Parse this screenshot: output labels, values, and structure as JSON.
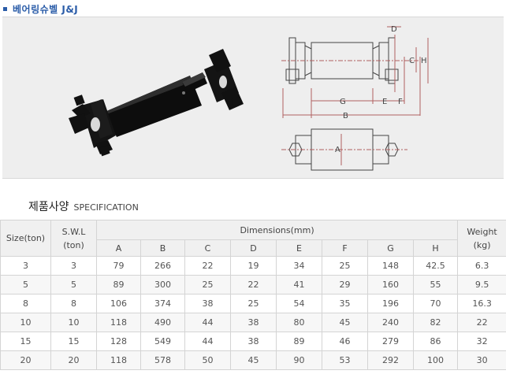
{
  "header": {
    "title": "베어링슈벨 J&J"
  },
  "drawing": {
    "labels": [
      "D",
      "C",
      "H",
      "G",
      "E",
      "F",
      "B",
      "A"
    ]
  },
  "spec": {
    "title_ko": "제품사양",
    "title_en": "SPECIFICATION"
  },
  "table": {
    "size_header": [
      "Size",
      "(ton)"
    ],
    "swl_header": [
      "S.W.L",
      "(ton)"
    ],
    "dimensions_header": "Dimensions(mm)",
    "dim_columns": [
      "A",
      "B",
      "C",
      "D",
      "E",
      "F",
      "G",
      "H"
    ],
    "weight_header": [
      "Weight",
      "(kg)"
    ],
    "rows": [
      [
        "3",
        "3",
        "79",
        "266",
        "22",
        "19",
        "34",
        "25",
        "148",
        "42.5",
        "6.3"
      ],
      [
        "5",
        "5",
        "89",
        "300",
        "25",
        "22",
        "41",
        "29",
        "160",
        "55",
        "9.5"
      ],
      [
        "8",
        "8",
        "106",
        "374",
        "38",
        "25",
        "54",
        "35",
        "196",
        "70",
        "16.3"
      ],
      [
        "10",
        "10",
        "118",
        "490",
        "44",
        "38",
        "80",
        "45",
        "240",
        "82",
        "22"
      ],
      [
        "15",
        "15",
        "128",
        "549",
        "44",
        "38",
        "89",
        "46",
        "279",
        "86",
        "32"
      ],
      [
        "20",
        "20",
        "118",
        "578",
        "50",
        "45",
        "90",
        "53",
        "292",
        "100",
        "30"
      ]
    ]
  }
}
